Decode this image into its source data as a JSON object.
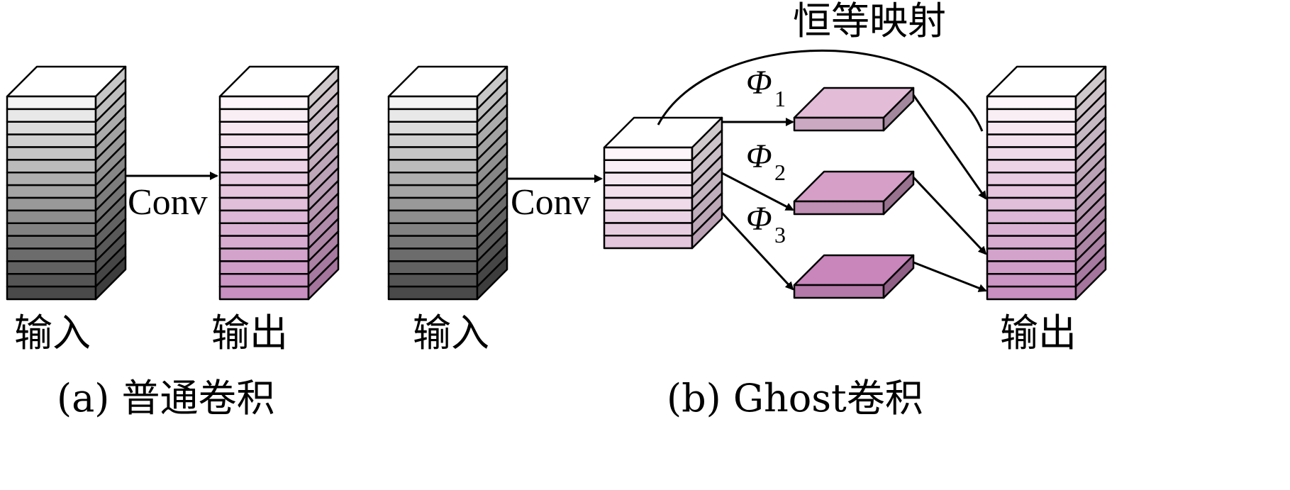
{
  "diagram_a": {
    "input_label": "输入",
    "conv_label": "Conv",
    "output_label": "输出",
    "caption": "(a) 普通卷积"
  },
  "diagram_b": {
    "input_label": "输入",
    "conv_label": "Conv",
    "identity_label": "恒等映射",
    "phi_symbol": "Φ",
    "phi_subscripts": [
      "1",
      "2",
      "3"
    ],
    "output_label": "输出",
    "caption": "(b) Ghost卷积"
  },
  "colors": {
    "gray_light": "#f3f3f3",
    "gray_dark": "#4a4a4a",
    "pink_light": "#fdf5f9",
    "pink_dark": "#c98fc0",
    "ghost_1": "#e3bcd8",
    "ghost_2": "#d59fc8",
    "ghost_3": "#c886bb",
    "stroke": "#000000"
  }
}
